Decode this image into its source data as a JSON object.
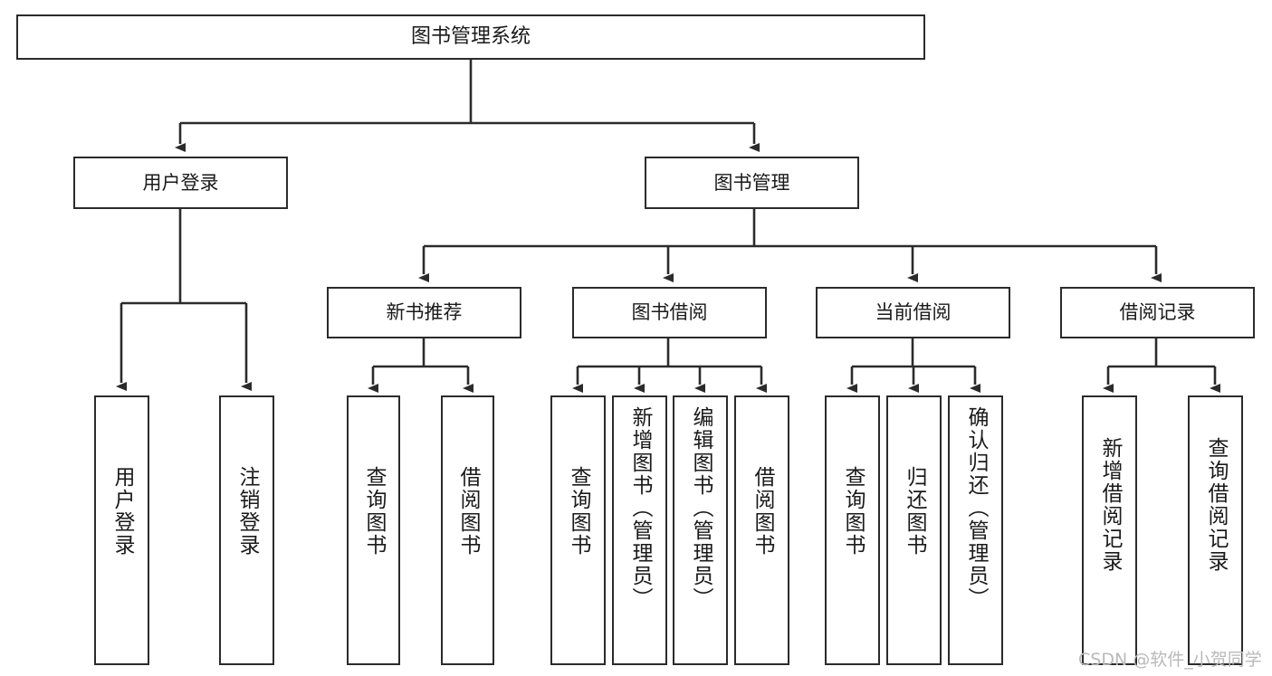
{
  "diagram": {
    "title": "图书管理系统",
    "type": "tree",
    "watermark": "CSDN @软件_小贺同学",
    "colors": {
      "stroke": "#2b2b2b",
      "fill": "#ffffff",
      "text": "#1a1a1a",
      "watermark": "#b9b9b9"
    },
    "nodes": {
      "root": {
        "label": "图书管理系统"
      },
      "level2": [
        {
          "id": "user-login",
          "label": "用户登录"
        },
        {
          "id": "book-management",
          "label": "图书管理"
        }
      ],
      "level3": [
        {
          "id": "new-book-recommend",
          "label": "新书推荐"
        },
        {
          "id": "book-borrow",
          "label": "图书借阅"
        },
        {
          "id": "current-borrow",
          "label": "当前借阅"
        },
        {
          "id": "borrow-record",
          "label": "借阅记录"
        }
      ],
      "leaves": {
        "user_login": [
          {
            "id": "leaf-user-login",
            "label": "用户登录"
          },
          {
            "id": "leaf-user-logout",
            "label": "注销登录"
          }
        ],
        "new_book_recommend": [
          {
            "id": "leaf-query-book-1",
            "label": "查询图书"
          },
          {
            "id": "leaf-borrow-book-1",
            "label": "借阅图书"
          }
        ],
        "book_borrow": [
          {
            "id": "leaf-query-book-2",
            "label": "查询图书"
          },
          {
            "id": "leaf-add-book",
            "label": "新增图书（管理员）"
          },
          {
            "id": "leaf-edit-book",
            "label": "编辑图书（管理员）"
          },
          {
            "id": "leaf-borrow-book-2",
            "label": "借阅图书"
          }
        ],
        "current_borrow": [
          {
            "id": "leaf-query-book-3",
            "label": "查询图书"
          },
          {
            "id": "leaf-return-book",
            "label": "归还图书"
          },
          {
            "id": "leaf-confirm-return",
            "label": "确认归还（管理员）"
          }
        ],
        "borrow_record": [
          {
            "id": "leaf-add-record",
            "label": "新增借阅记录"
          },
          {
            "id": "leaf-query-record",
            "label": "查询借阅记录"
          }
        ]
      }
    }
  }
}
